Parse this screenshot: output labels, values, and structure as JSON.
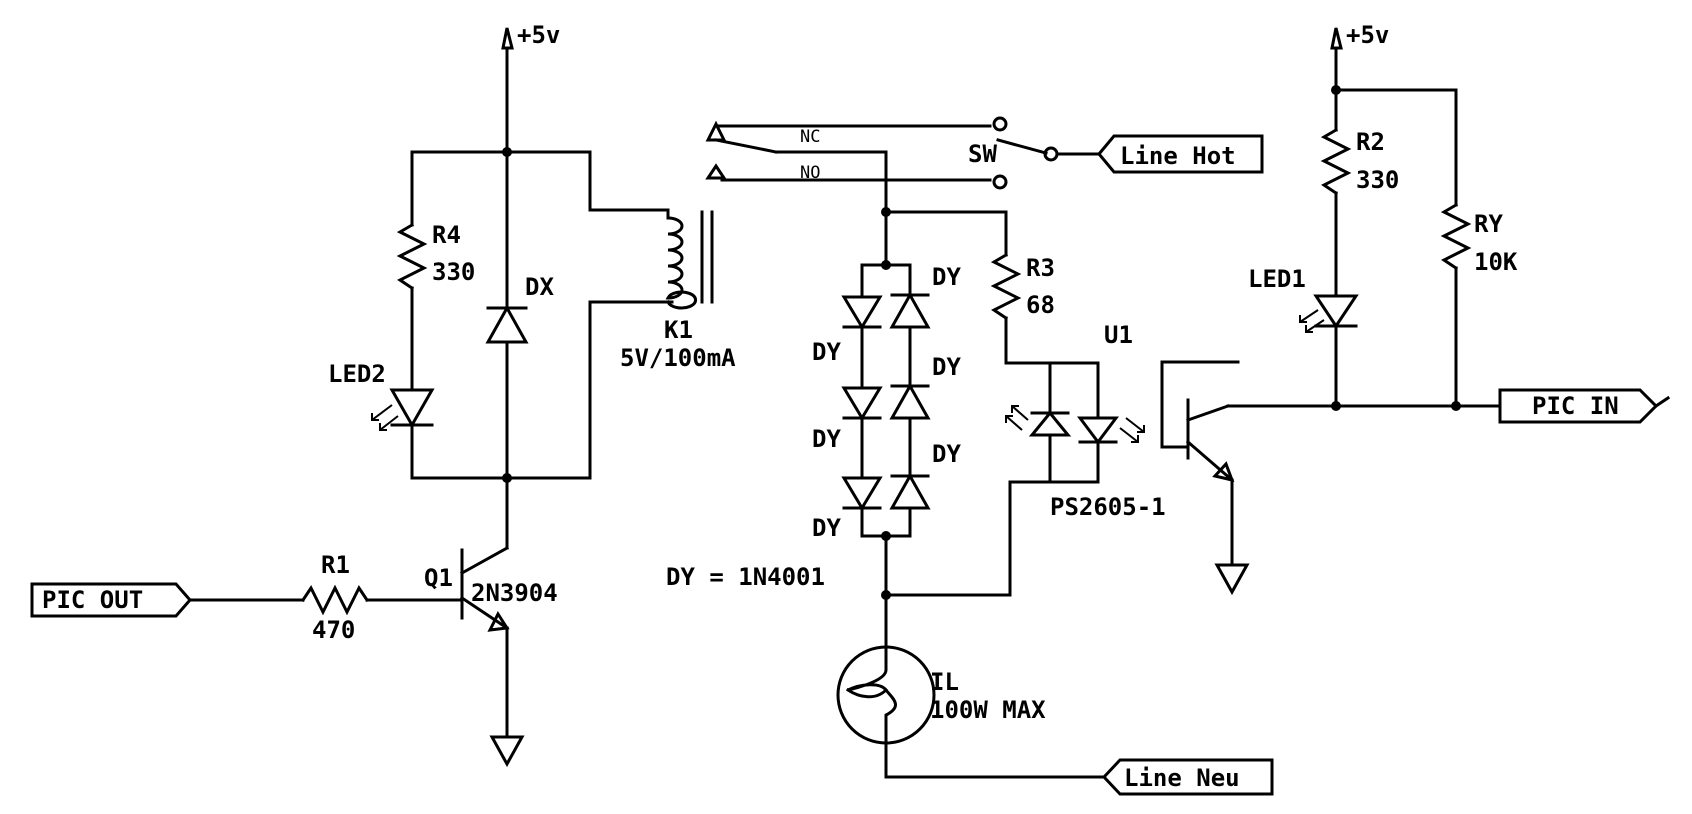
{
  "supplies": {
    "left_vcc": "+5v",
    "right_vcc": "+5v"
  },
  "ports": {
    "pic_out": "PIC OUT",
    "pic_in": "PIC IN",
    "line_hot": "Line Hot",
    "line_neu": "Line Neu"
  },
  "components": {
    "r1": {
      "ref": "R1",
      "value": "470"
    },
    "r2": {
      "ref": "R2",
      "value": "330"
    },
    "r3": {
      "ref": "R3",
      "value": "68"
    },
    "r4": {
      "ref": "R4",
      "value": "330"
    },
    "ry": {
      "ref": "RY",
      "value": "10K"
    },
    "q1": {
      "ref": "Q1",
      "value": "2N3904"
    },
    "dx": {
      "ref": "DX"
    },
    "led1": {
      "ref": "LED1"
    },
    "led2": {
      "ref": "LED2"
    },
    "k1": {
      "ref": "K1",
      "value": "5V/100mA"
    },
    "sw": {
      "ref": "SW"
    },
    "u1": {
      "ref": "U1",
      "value": "PS2605-1"
    },
    "il": {
      "ref": "IL",
      "value": "100W MAX"
    },
    "dy": {
      "ref": "DY",
      "note": "DY = 1N4001"
    }
  },
  "relay_contacts": {
    "nc": "NC",
    "no": "NO"
  }
}
